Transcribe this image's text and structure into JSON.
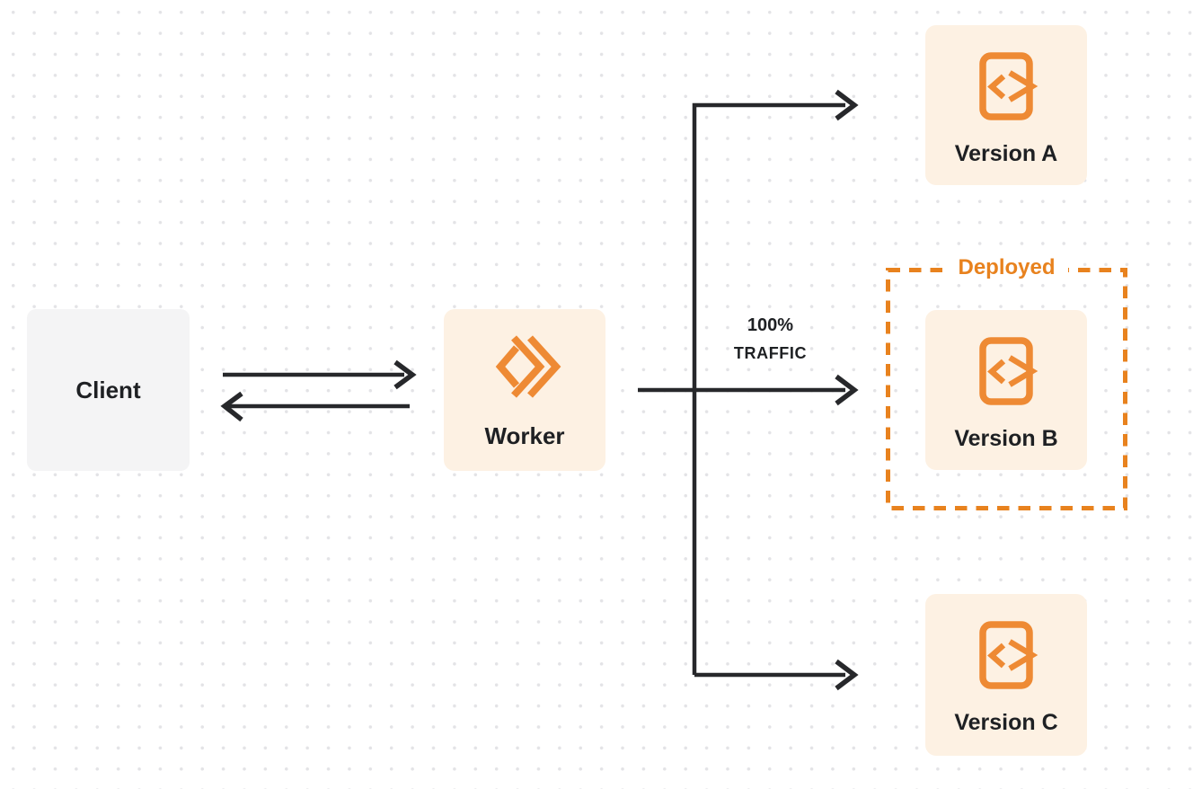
{
  "diagram": {
    "type": "flow-diagram",
    "description_visible_elements_only": true,
    "nodes": {
      "client": {
        "label": "Client"
      },
      "worker": {
        "label": "Worker"
      },
      "version_a": {
        "label": "Version A"
      },
      "version_b": {
        "label": "Version B"
      },
      "version_c": {
        "label": "Version C"
      }
    },
    "edges": {
      "client_worker": "bidirectional",
      "worker_to_version_a": "arrow",
      "worker_to_version_b": "arrow",
      "worker_to_version_c": "arrow",
      "traffic_label": {
        "line1": "100%",
        "line2": "TRAFFIC"
      }
    },
    "deployed_badge": {
      "label": "Deployed"
    },
    "icons": {
      "worker": "workers-logo-icon",
      "versions": "code-file-icon"
    },
    "colors": {
      "background": "#ffffff",
      "dot_grid": "#e3e3e6",
      "line": "#27282b",
      "text": "#1e2023",
      "accent_orange": "#ee8a34",
      "deployed_orange": "#e8821e",
      "node_cream": "#fdf1e3",
      "node_gray": "#f4f4f5"
    }
  }
}
